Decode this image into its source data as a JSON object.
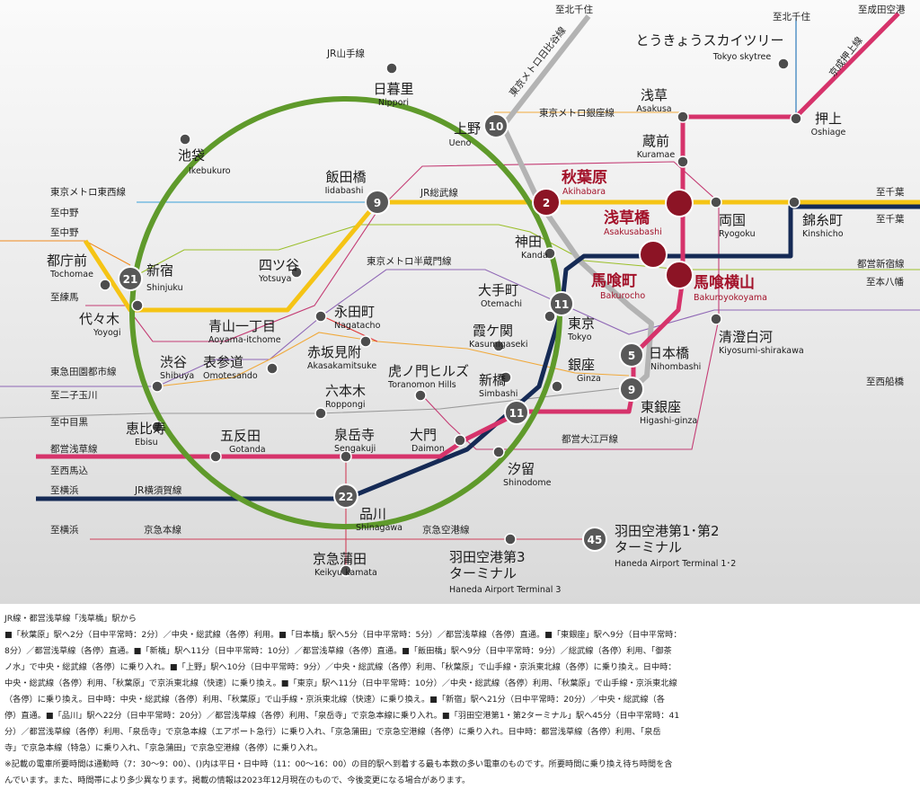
{
  "lines": {
    "yamanote": "JR山手線",
    "sobu": "JR総武線",
    "tozai": "東京メトロ東西線",
    "hanzomon": "東京メトロ半蔵門線",
    "hibiya": "東京メトロ日比谷線",
    "ginza": "東京メトロ銀座線",
    "asakusa": "都営浅草線",
    "toyoko": "東急田園都市線",
    "oedo": "都営大江戸線",
    "yokosuka": "JR横須賀線",
    "keikyu": "京急本線",
    "keikyu_airport": "京急空港線",
    "keisei": "京成押上線",
    "shinjuku": "都営新宿線"
  },
  "directions": {
    "kitasenju_1": "至北千住",
    "kitasenju_2": "至北千住",
    "narita": "至成田空港",
    "chiba_1": "至千葉",
    "chiba_2": "至千葉",
    "nakano_1": "至中野",
    "nakano_2": "至中野",
    "nerima": "至練馬",
    "motoyawata": "至本八幡",
    "nishifunabashi": "至西船橋",
    "futakotamagawa": "至二子玉川",
    "nakameguro": "至中目黒",
    "nishimagome": "至西馬込",
    "yokohama_1": "至横浜",
    "yokohama_2": "至横浜"
  },
  "stations": {
    "nippori": {
      "ja": "日暮里",
      "en": "Nippori"
    },
    "ikebukuro": {
      "ja": "池袋",
      "en": "Ikebukuro"
    },
    "iidabashi": {
      "ja": "飯田橋",
      "en": "Iidabashi"
    },
    "ueno": {
      "ja": "上野",
      "en": "Ueno"
    },
    "asakusa": {
      "ja": "浅草",
      "en": "Asakusa"
    },
    "skytree": {
      "ja": "とうきょうスカイツリー",
      "en": "Tokyo skytree"
    },
    "oshiage": {
      "ja": "押上",
      "en": "Oshiage"
    },
    "kuramae": {
      "ja": "蔵前",
      "en": "Kuramae"
    },
    "akihabara": {
      "ja": "秋葉原",
      "en": "Akihabara"
    },
    "asakusabashi": {
      "ja": "浅草橋",
      "en": "Asakusabashi"
    },
    "ryogoku": {
      "ja": "両国",
      "en": "Ryogoku"
    },
    "kinshicho": {
      "ja": "錦糸町",
      "en": "Kinshicho"
    },
    "tochomae": {
      "ja": "都庁前",
      "en": "Tochomae"
    },
    "shinjuku": {
      "ja": "新宿",
      "en": "Shinjuku"
    },
    "yotsuya": {
      "ja": "四ツ谷",
      "en": "Yotsuya"
    },
    "kanda": {
      "ja": "神田",
      "en": "Kanda"
    },
    "bakurocho": {
      "ja": "馬喰町",
      "en": "Bakurocho"
    },
    "bakuroyokoyama": {
      "ja": "馬喰横山",
      "en": "Bakuroyokoyama"
    },
    "yoyogi": {
      "ja": "代々木",
      "en": "Yoyogi"
    },
    "nagatacho": {
      "ja": "永田町",
      "en": "Nagatacho"
    },
    "otemachi": {
      "ja": "大手町",
      "en": "Otemachi"
    },
    "tokyo": {
      "ja": "東京",
      "en": "Tokyo"
    },
    "kiyosumi": {
      "ja": "清澄白河",
      "en": "Kiyosumi-shirakawa"
    },
    "aoyama": {
      "ja": "青山一丁目",
      "en": "Aoyama-itchome"
    },
    "kasumigaseki": {
      "ja": "霞ケ関",
      "en": "Kasumigaseki"
    },
    "akasakamitsuke": {
      "ja": "赤坂見附",
      "en": "Akasakamitsuke"
    },
    "nihombashi": {
      "ja": "日本橋",
      "en": "Nihombashi"
    },
    "shibuya": {
      "ja": "渋谷",
      "en": "Shibuya"
    },
    "omotesando": {
      "ja": "表参道",
      "en": "Omotesando"
    },
    "toranomon": {
      "ja": "虎ノ門ヒルズ",
      "en": "Toranomon Hills"
    },
    "ginza": {
      "ja": "銀座",
      "en": "Ginza"
    },
    "shimbashi": {
      "ja": "新橋",
      "en": "Simbashi"
    },
    "roppongi": {
      "ja": "六本木",
      "en": "Roppongi"
    },
    "higashiginza": {
      "ja": "東銀座",
      "en": "Higashi-ginza"
    },
    "ebisu": {
      "ja": "恵比寿",
      "en": "Ebisu"
    },
    "gotanda": {
      "ja": "五反田",
      "en": "Gotanda"
    },
    "sengakuji": {
      "ja": "泉岳寺",
      "en": "Sengakuji"
    },
    "daimon": {
      "ja": "大門",
      "en": "Daimon"
    },
    "shiodome": {
      "ja": "汐留",
      "en": "Shinodome"
    },
    "shinagawa": {
      "ja": "品川",
      "en": "Shinagawa"
    },
    "kamata": {
      "ja": "京急蒲田",
      "en": "Keikyu kamata"
    },
    "haneda3_ja1": "羽田空港第3",
    "haneda3_ja2": "ターミナル",
    "haneda3_en": "Haneda Airport Terminal 3",
    "haneda12_ja1": "羽田空港第1･第2",
    "haneda12_ja2": "ターミナル",
    "haneda12_en": "Haneda Airport Terminal 1･2"
  },
  "minutes": {
    "akihabara": "2",
    "ueno": "10",
    "iidabashi": "9",
    "shinjuku": "21",
    "tokyo": "11",
    "nihombashi": "5",
    "higashiginza": "9",
    "shimbashi": "11",
    "shinagawa": "22",
    "haneda12": "45"
  },
  "notes": [
    "JR線・都営浅草線「浅草橋」駅から",
    "■「秋葉原」駅へ2分（日中平常時：2分）／中央・総武線（各停）利用。■「日本橋」駅へ5分（日中平常時：5分）／都営浅草線（各停）直通。■「東銀座」駅へ9分（日中平常時：",
    "8分）／都営浅草線（各停）直通。■「新橋」駅へ11分（日中平常時：10分）／都営浅草線（各停）直通。■「飯田橋」駅へ9分（日中平常時：9分）／総武線（各停）利用、「御茶",
    "ノ水」で中央・総武線（各停）に乗り入れ。■「上野」駅へ10分（日中平常時：9分）／中央・総武線（各停）利用、「秋葉原」で山手線・京浜東北線（各停）に乗り換え。日中時：",
    "中央・総武線（各停）利用、「秋葉原」で京浜東北線（快速）に乗り換え。■「東京」駅へ11分（日中平常時：10分）／中央・総武線（各停）利用、「秋葉原」で山手線・京浜東北線",
    "（各停）に乗り換え。日中時：中央・総武線（各停）利用、「秋葉原」で山手線・京浜東北線（快速）に乗り換え。■「新宿」駅へ21分（日中平常時：20分）／中央・総武線（各",
    "停）直通。■「品川」駅へ22分（日中平常時：20分）／都営浅草線（各停）利用、「泉岳寺」で京急本線に乗り入れ。■「羽田空港第1・第2ターミナル」駅へ45分（日中平常時：41",
    "分）／都営浅草線（各停）利用、「泉岳寺」で京急本線（エアポート急行）に乗り入れ、「京急蒲田」で京急空港線（各停）に乗り入れ。日中時：都営浅草線（各停）利用、「泉岳",
    "寺」で京急本線（特急）に乗り入れ、「京急蒲田」で京急空港線（各停）に乗り入れ。",
    "※記載の電車所要時間は通勤時（7：30〜9：00）、()内は平日・日中時（11：00〜16：00）の目的駅へ到着する最も本数の多い電車のものです。所要時間に乗り換え待ち時間を含",
    "んでいます。また、時間帯により多少異なります。掲載の情報は2023年12月現在のもので、今後変更になる場合があります。"
  ],
  "colors": {
    "yamanote": "#5f9a2b",
    "sobu": "#f5c415",
    "asakusa": "#d6336b",
    "navy": "#152a55",
    "gray": "#a6a6a6",
    "highlight": "#8c1425",
    "badge": "#585858"
  }
}
